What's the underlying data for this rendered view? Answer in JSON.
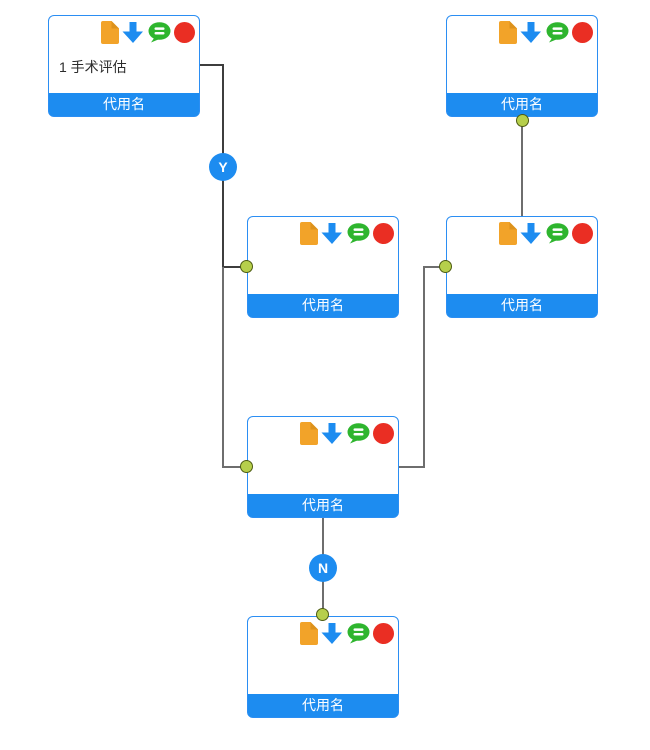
{
  "diagram": {
    "nodes": [
      {
        "id": "node-1",
        "label": "1 手术评估",
        "alias": "代用名"
      },
      {
        "id": "node-2",
        "label": "",
        "alias": "代用名"
      },
      {
        "id": "node-3",
        "label": "",
        "alias": "代用名"
      },
      {
        "id": "node-4",
        "label": "",
        "alias": "代用名"
      },
      {
        "id": "node-5",
        "label": "",
        "alias": "代用名"
      },
      {
        "id": "node-6",
        "label": "",
        "alias": "代用名"
      }
    ],
    "edges": [
      {
        "from": "node-1",
        "to": "node-3",
        "label": "Y"
      },
      {
        "from": "node-1",
        "to": "node-5",
        "label": ""
      },
      {
        "from": "node-2",
        "to": "node-4",
        "label": ""
      },
      {
        "from": "node-4",
        "to": "node-5",
        "label": ""
      },
      {
        "from": "node-5",
        "to": "node-6",
        "label": "N"
      }
    ],
    "node_icons": [
      "document-icon",
      "arrow-down-icon",
      "comment-icon",
      "red-dot-icon"
    ],
    "colors": {
      "node_border": "#2b8ef3",
      "footer_bg": "#1d8cf0",
      "edge_label_bg": "#1d8cf0",
      "doc_icon": "#f2a329",
      "doc_icon_fold": "#dd921c",
      "arrow_icon": "#1d8cf0",
      "comment_icon": "#2eb52e",
      "red_dot_icon": "#ea2e23",
      "port_fill": "#b6cf4b",
      "port_stroke": "#4e5c13",
      "edge_dark": "#3d3d3d",
      "edge_gray": "#6e6e6e"
    }
  }
}
